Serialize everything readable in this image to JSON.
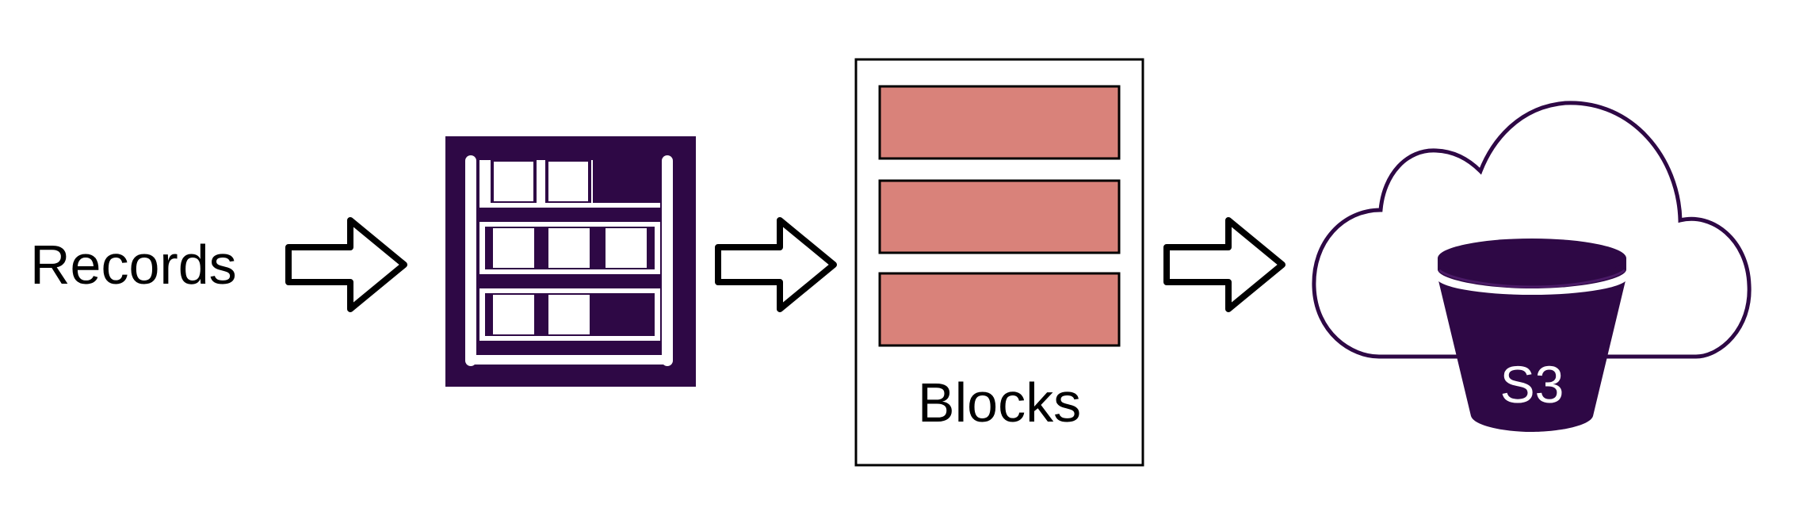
{
  "labels": {
    "records": "Records",
    "blocks": "Blocks",
    "s3": "S3"
  },
  "colors": {
    "purple": "#2e0845",
    "block_fill": "#d9827a",
    "stroke": "#000000",
    "white": "#ffffff"
  },
  "icons": [
    "right-arrow-icon",
    "record-table-icon",
    "cloud-icon",
    "s3-bucket-icon"
  ]
}
